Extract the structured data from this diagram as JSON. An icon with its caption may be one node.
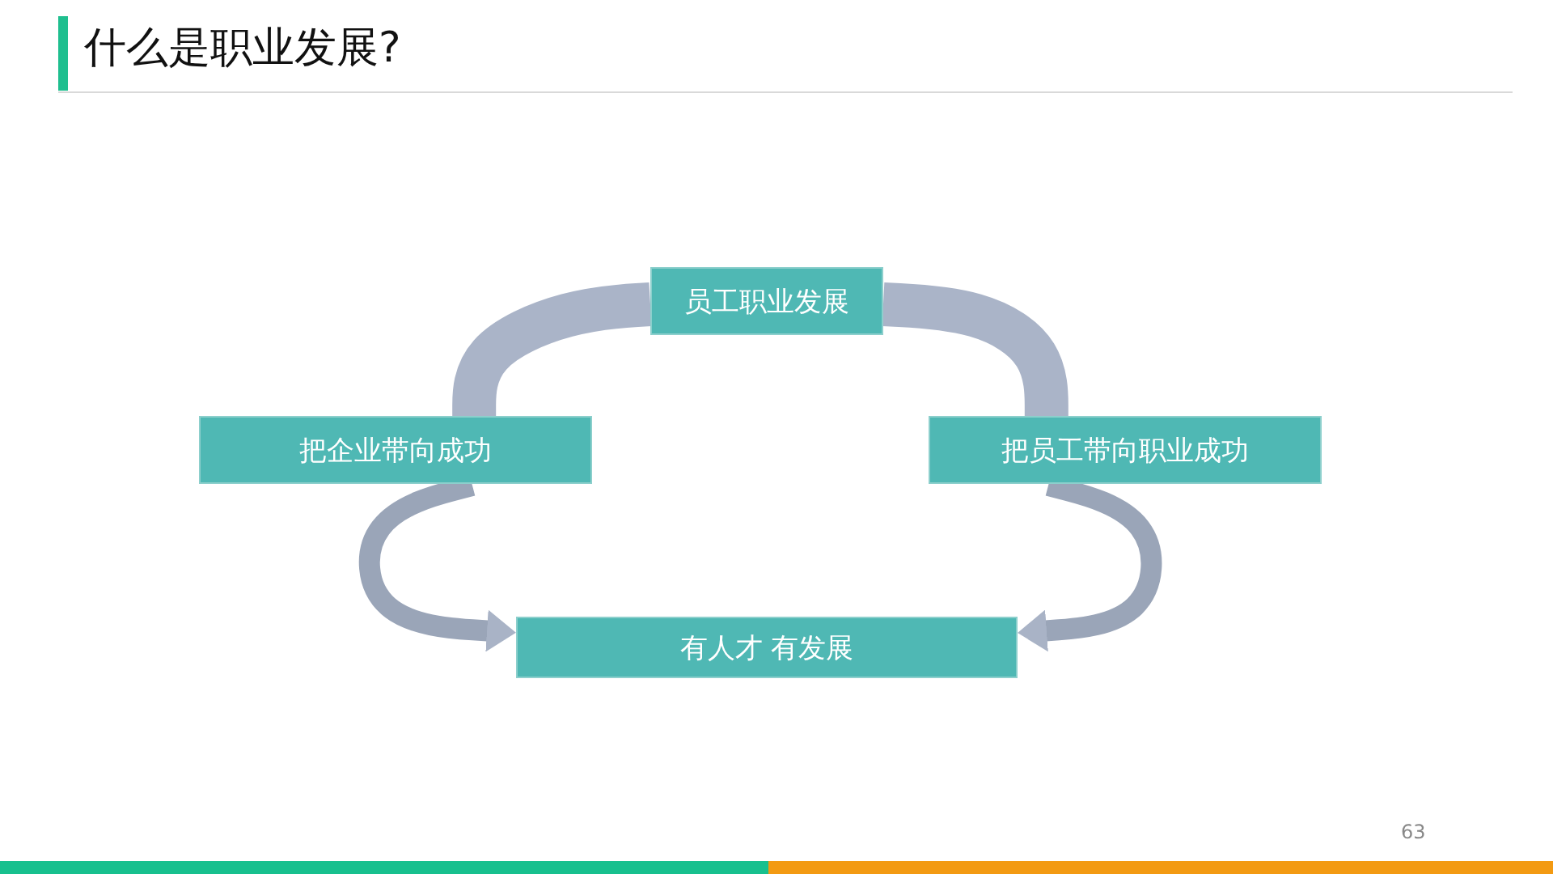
{
  "diagram": {
    "title": "什么是职业发展?",
    "nodes": [
      {
        "text": [
          "员工职业发展"
        ]
      },
      {
        "text": [
          "把企业带向成功"
        ]
      },
      {
        "text": [
          "把员工带向职业成功"
        ]
      },
      {
        "text": [
          "有人才 有发展"
        ]
      }
    ],
    "edges": [
      {
        "from": 1,
        "to": 0,
        "arrow": "none",
        "style": "thick"
      },
      {
        "from": 0,
        "to": 2,
        "arrow": "none",
        "style": "thick"
      },
      {
        "from": 1,
        "to": 3,
        "arrow": "to"
      },
      {
        "from": 2,
        "to": 3,
        "arrow": "to"
      }
    ],
    "labels": [
      "63"
    ]
  }
}
